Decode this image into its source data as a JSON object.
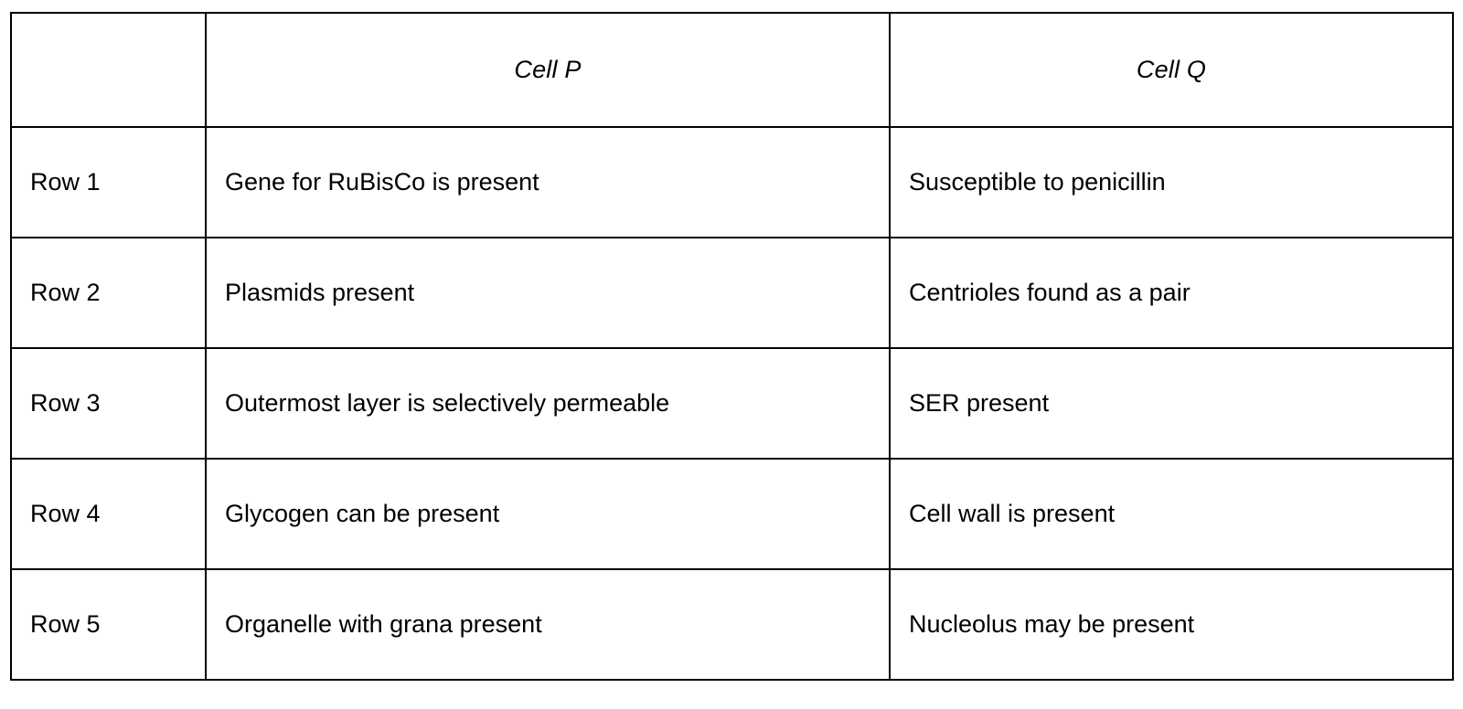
{
  "table": {
    "columns": [
      {
        "key": "row_label",
        "header": ""
      },
      {
        "key": "cell_p",
        "header": "Cell P"
      },
      {
        "key": "cell_q",
        "header": "Cell Q"
      }
    ],
    "headers": {
      "corner": "",
      "cell_p": "Cell P",
      "cell_q": "Cell Q"
    },
    "rows": [
      {
        "label": "Row 1",
        "cell_p": "Gene for RuBisCo is present",
        "cell_q": "Susceptible to penicillin"
      },
      {
        "label": "Row 2",
        "cell_p": "Plasmids present",
        "cell_q": "Centrioles found as a pair"
      },
      {
        "label": "Row 3",
        "cell_p": "Outermost layer is selectively permeable",
        "cell_q": "SER present"
      },
      {
        "label": "Row 4",
        "cell_p": "Glycogen can be present",
        "cell_q": "Cell wall is present"
      },
      {
        "label": "Row 5",
        "cell_p": "Organelle with grana present",
        "cell_q": "Nucleolus may be present"
      }
    ]
  },
  "style": {
    "border_color": "#000000",
    "text_color": "#000000",
    "background_color": "#ffffff"
  }
}
